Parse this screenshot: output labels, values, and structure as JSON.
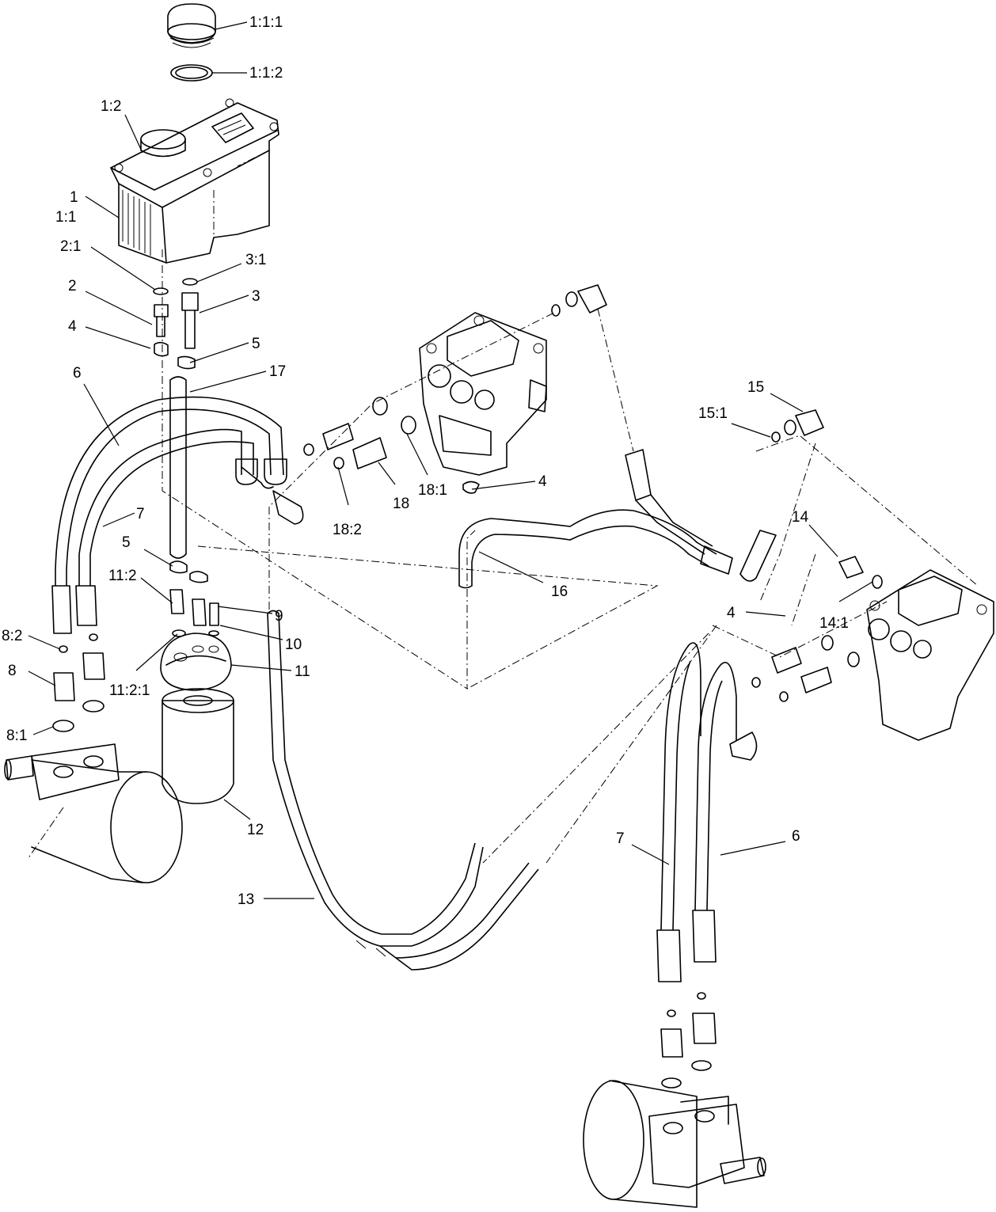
{
  "callouts": [
    {
      "label": "1:1:1"
    },
    {
      "label": "1:1:2"
    },
    {
      "label": "1:2"
    },
    {
      "label": "1"
    },
    {
      "label": "1:1"
    },
    {
      "label": "2:1"
    },
    {
      "label": "3:1"
    },
    {
      "label": "2"
    },
    {
      "label": "3"
    },
    {
      "label": "4"
    },
    {
      "label": "5"
    },
    {
      "label": "6"
    },
    {
      "label": "17"
    },
    {
      "label": "7"
    },
    {
      "label": "18:1"
    },
    {
      "label": "4"
    },
    {
      "label": "18"
    },
    {
      "label": "18:2"
    },
    {
      "label": "15"
    },
    {
      "label": "15:1"
    },
    {
      "label": "16"
    },
    {
      "label": "14"
    },
    {
      "label": "5"
    },
    {
      "label": "11:2"
    },
    {
      "label": "9"
    },
    {
      "label": "10"
    },
    {
      "label": "11"
    },
    {
      "label": "11:2:1"
    },
    {
      "label": "8:2"
    },
    {
      "label": "8"
    },
    {
      "label": "8:1"
    },
    {
      "label": "4"
    },
    {
      "label": "14:1"
    },
    {
      "label": "12"
    },
    {
      "label": "13"
    },
    {
      "label": "7"
    },
    {
      "label": "6"
    }
  ]
}
